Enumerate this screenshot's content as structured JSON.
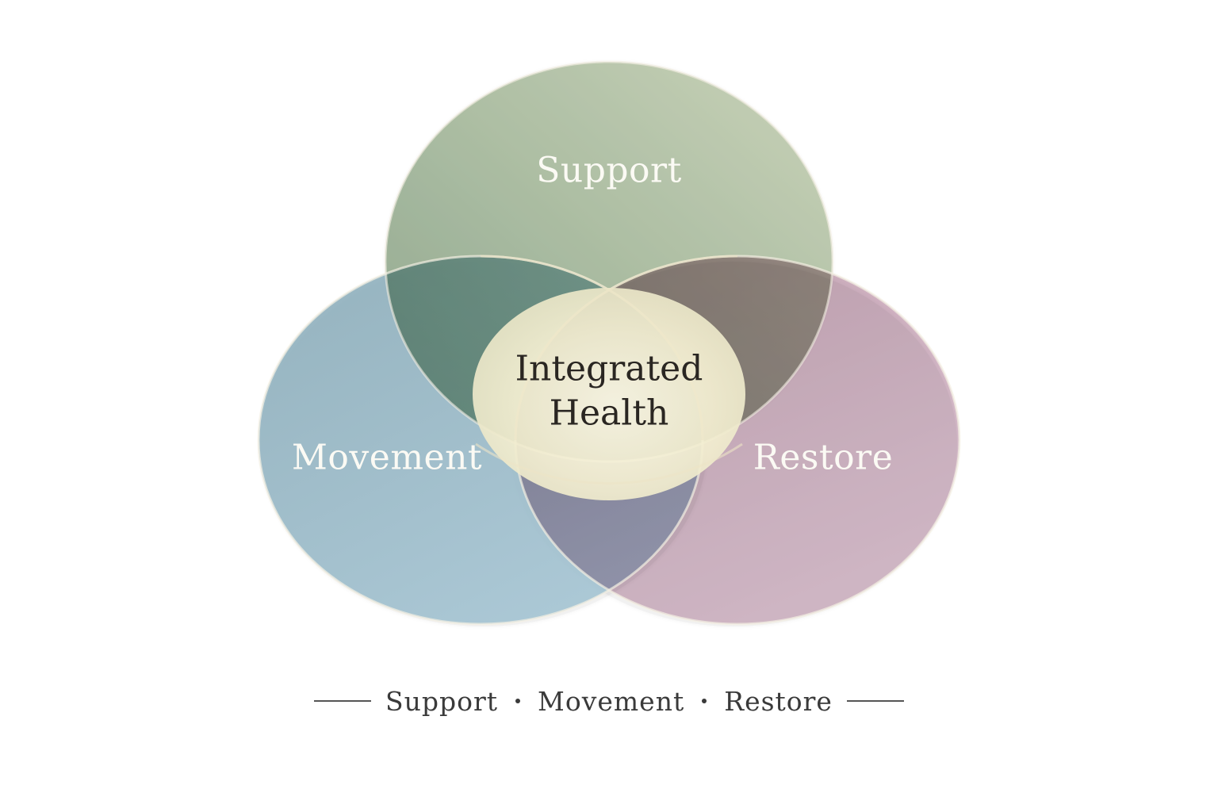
{
  "diagram": {
    "circles": [
      {
        "id": "support",
        "label": "Support",
        "color": "#a9c09a"
      },
      {
        "id": "movement",
        "label": "Movement",
        "color": "#8fb0c0"
      },
      {
        "id": "restore",
        "label": "Restore",
        "color": "#c9a3b6"
      }
    ],
    "center": {
      "line1": "Integrated",
      "line2": "Health",
      "color": "#f6f1da"
    }
  },
  "footer": {
    "items": [
      "Support",
      "Movement",
      "Restore"
    ]
  }
}
